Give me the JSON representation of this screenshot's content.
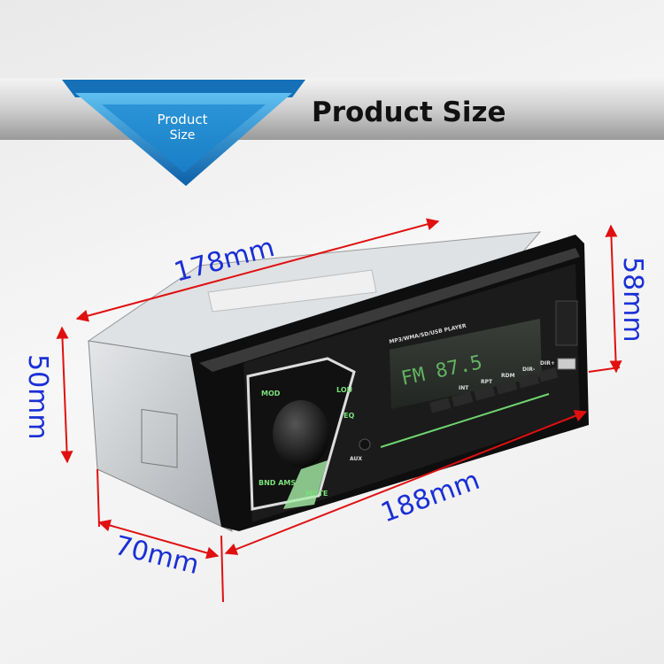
{
  "banner": {
    "badge_line1": "Product",
    "badge_line2": "Size",
    "title": "Product Size"
  },
  "dimensions": {
    "length": "178mm",
    "front_height": "58mm",
    "body_height": "50mm",
    "front_width": "188mm",
    "depth": "70mm"
  },
  "device": {
    "display_label": "MP3/WMA/SD/USB  PLAYER",
    "display_text": "FM  87.5",
    "buttons": [
      "MOD",
      "LOU",
      "EQ",
      "BND AMS",
      "MUTE",
      "INT",
      "RPT",
      "RDM",
      "DIR-",
      "DIR+",
      "AUX"
    ]
  },
  "colors": {
    "arrow": "#e01010",
    "dimension_text": "#1a2fd6",
    "ribbon": "#1e8fd6",
    "backlight": "#7be07b"
  }
}
